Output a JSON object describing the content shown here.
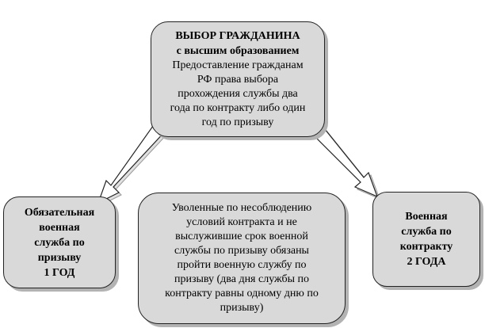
{
  "top_box": {
    "title_line1": "ВЫБОР ГРАЖДАНИНА",
    "title_line2": "с высшим образованием",
    "body": [
      "Предоставление гражданам",
      "РФ права выбора",
      "прохождения службы два",
      "года по контракту либо один",
      "год по призыву"
    ]
  },
  "left_box": {
    "lines": [
      "Обязательная",
      "военная",
      "служба по",
      "призыву",
      "1 ГОД"
    ]
  },
  "center_box": {
    "lines": [
      "Уволенные по несоблюдению",
      "условий контракта и не",
      "выслужившие срок военной",
      "службы по призыву обязаны",
      "пройти военную службу по",
      "призыву (два дня службы по",
      "контракту равны одному дню по",
      "призыву)"
    ]
  },
  "right_box": {
    "lines": [
      "Военная",
      "служба по",
      "контракту",
      "2 ГОДА"
    ]
  },
  "colors": {
    "box_fill": "#d9d9d9",
    "box_shadow": "#b3b3b3",
    "arrow_fill": "#ffffff",
    "outline": "#222222"
  }
}
